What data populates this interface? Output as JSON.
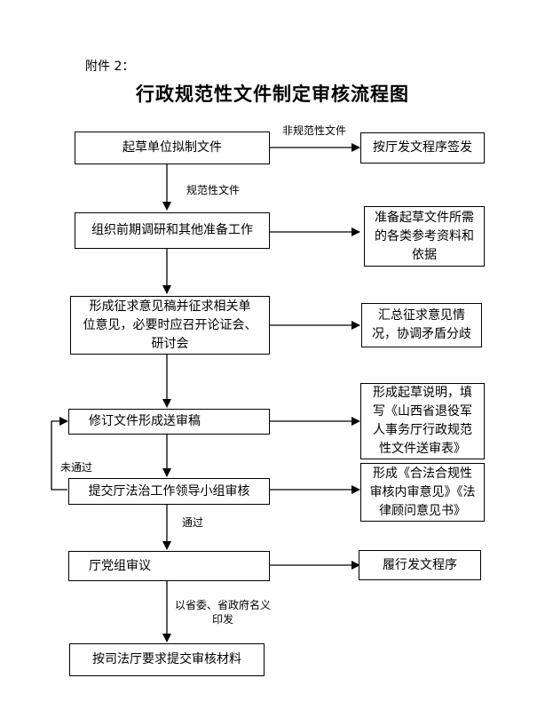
{
  "header": {
    "attachment": "附件 2：",
    "title": "行政规范性文件制定审核流程图"
  },
  "nodes": {
    "draft": "起草单位拟制文件",
    "dispatch": "按厅发文程序签发",
    "research": "组织前期调研和其他准备工作",
    "materials": "准备起草文件所需\n的各类参考资料和\n依据",
    "solicit": "形成征求意见稿并征求相关单\n位意见，必要时应召开论证会、\n研讨会",
    "summary": "汇总征求意见情\n况，协调矛盾分歧",
    "revise": "修订文件形成送审稿",
    "explain": "形成起草说明，填\n写《山西省退役军\n人事务厅行政规范\n性文件送审表》",
    "legal_review": "提交厅法治工作领导小组审核",
    "opinion": "形成《合法合规性\n审核内审意见》《法\n律顾问意见书》",
    "party_review": "厅党组审议",
    "issue": "履行发文程序",
    "submit": "按司法厅要求提交审核材料"
  },
  "edge_labels": {
    "non_normative": "非规范性文件",
    "normative": "规范性文件",
    "not_passed": "未通过",
    "passed": "通过",
    "joint_issue": "以省委、省政府名义\n印发"
  },
  "colors": {
    "line": "#000000",
    "background": "#ffffff"
  }
}
